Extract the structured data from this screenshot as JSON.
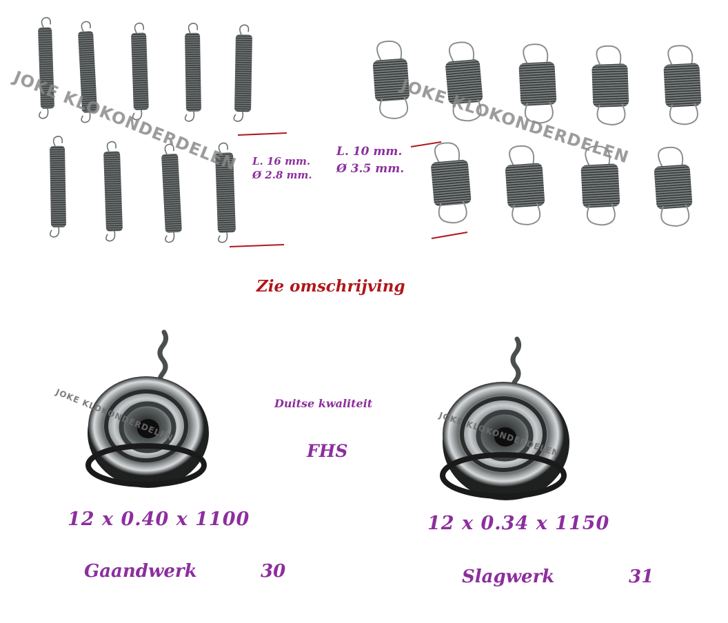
{
  "colors": {
    "purple": "#8c2e9e",
    "red": "#b0161b",
    "spring": "#4a4e4e",
    "watermark": "#8a8a8a"
  },
  "watermark_top": "JOKE KLOKONDERDELEN",
  "watermark_bottom": "JOKE KLOKONDERDELEN",
  "small_spring_dims": {
    "length": "L. 16 mm.",
    "diameter": "Ø 2.8 mm."
  },
  "large_spring_dims": {
    "length": "L. 10 mm.",
    "diameter": "Ø 3.5 mm."
  },
  "description_note": "Zie omschrijving",
  "quality": "Duitse kwaliteit",
  "brand": "FHS",
  "mainspring_left": {
    "size": "12 x 0.40 x 1100",
    "name": "Gaandwerk",
    "number": "30"
  },
  "mainspring_right": {
    "size": "12 x 0.34 x 1150",
    "name": "Slagwerk",
    "number": "31"
  }
}
